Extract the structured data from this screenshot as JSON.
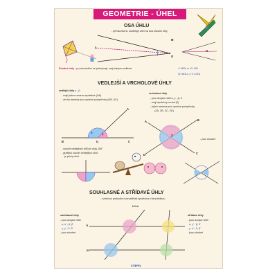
{
  "poster": {
    "title": "GEOMETRIE - ÚHEL",
    "colors": {
      "title_band": "#d8197b",
      "background": "#fbf4e4",
      "accent_blue": "#2146b8",
      "accent_magenta": "#c2187a"
    }
  },
  "osa_uhlu": {
    "heading": "OSA ÚHLU",
    "definition": "- přímka která, rozděluje úhel na dva shodné úhly",
    "points": {
      "O": "O",
      "L": "L",
      "M": "M",
      "N": "N"
    },
    "shodne_label": "Shodné úhly",
    "shodne_text": "- po přemístění se překrývají, mají stejnou velikost",
    "equal_rel_1": "∢ MOL ≅ ∢ LON",
    "equal_rel_2": "|∢ MOL| = |∢ LON|"
  },
  "vedlejsi_vrcholove": {
    "heading": "VEDLEJŠÍ A VRCHOLOVÉ ÚHLY",
    "vedlejsi_label": "vedlejší úhly",
    "vedlejsi_symbols": "α , β",
    "vedlejsi_lines": [
      "- mají jedno rameno společné   (UA)",
      "- druhá ramena jsou opačné polopřímky   (UB, UC)"
    ],
    "vedlejsi_points": {
      "A": "A",
      "B": "B",
      "U": "U",
      "C": "C"
    },
    "vedlejsi_greek": {
      "a": "α",
      "b": "β"
    },
    "vedlejsi_sum": "- součet vedlejších úhlů je vždy 180°",
    "vedlejsi_graph_1": "- grafický součet vedlejších úhlů",
    "vedlejsi_graph_2": "je přímý úhel.",
    "vrcholove_label": "vrcholové úhly",
    "vrcholove_lines": [
      "- jsou dvojice úhlů   α, γ ; β, δ",
      "- mají společný vrchol   (Z)",
      "- jejich ramena jsou opačné polopřímky",
      "(ZA, ZB, ZC, ZD)"
    ],
    "vrcholove_points": {
      "A": "A",
      "B": "B",
      "C": "C",
      "D": "D",
      "Z": "Z"
    },
    "vrcholove_shodne": "- jsou shodné"
  },
  "souhlasne_stridave": {
    "heading": "SOUHLASNÉ A STŘÍDAVÉ ÚHLY",
    "intro": "- vzniknou protnutím rovnoběžek společnou různoběžkou",
    "parallel_rel": "k ǁ m",
    "souhlasne_label": "souhlasné úhly",
    "souhlasne_lines": [
      "- jsou dvojice úhlů",
      "α, α' ; β, β'",
      "γ, γ' ; δ, δ'",
      "- jsou shodné"
    ],
    "stridave_label": "střídavé úhly",
    "stridave_lines": [
      "- jsou dvojice úhlů",
      "α, γ' ; β, δ'",
      "γ, α' ; δ, β'",
      "- jsou shodné"
    ],
    "lines": {
      "k": "k",
      "m": "m"
    }
  },
  "footer": {
    "brand": "STIEFEL"
  }
}
